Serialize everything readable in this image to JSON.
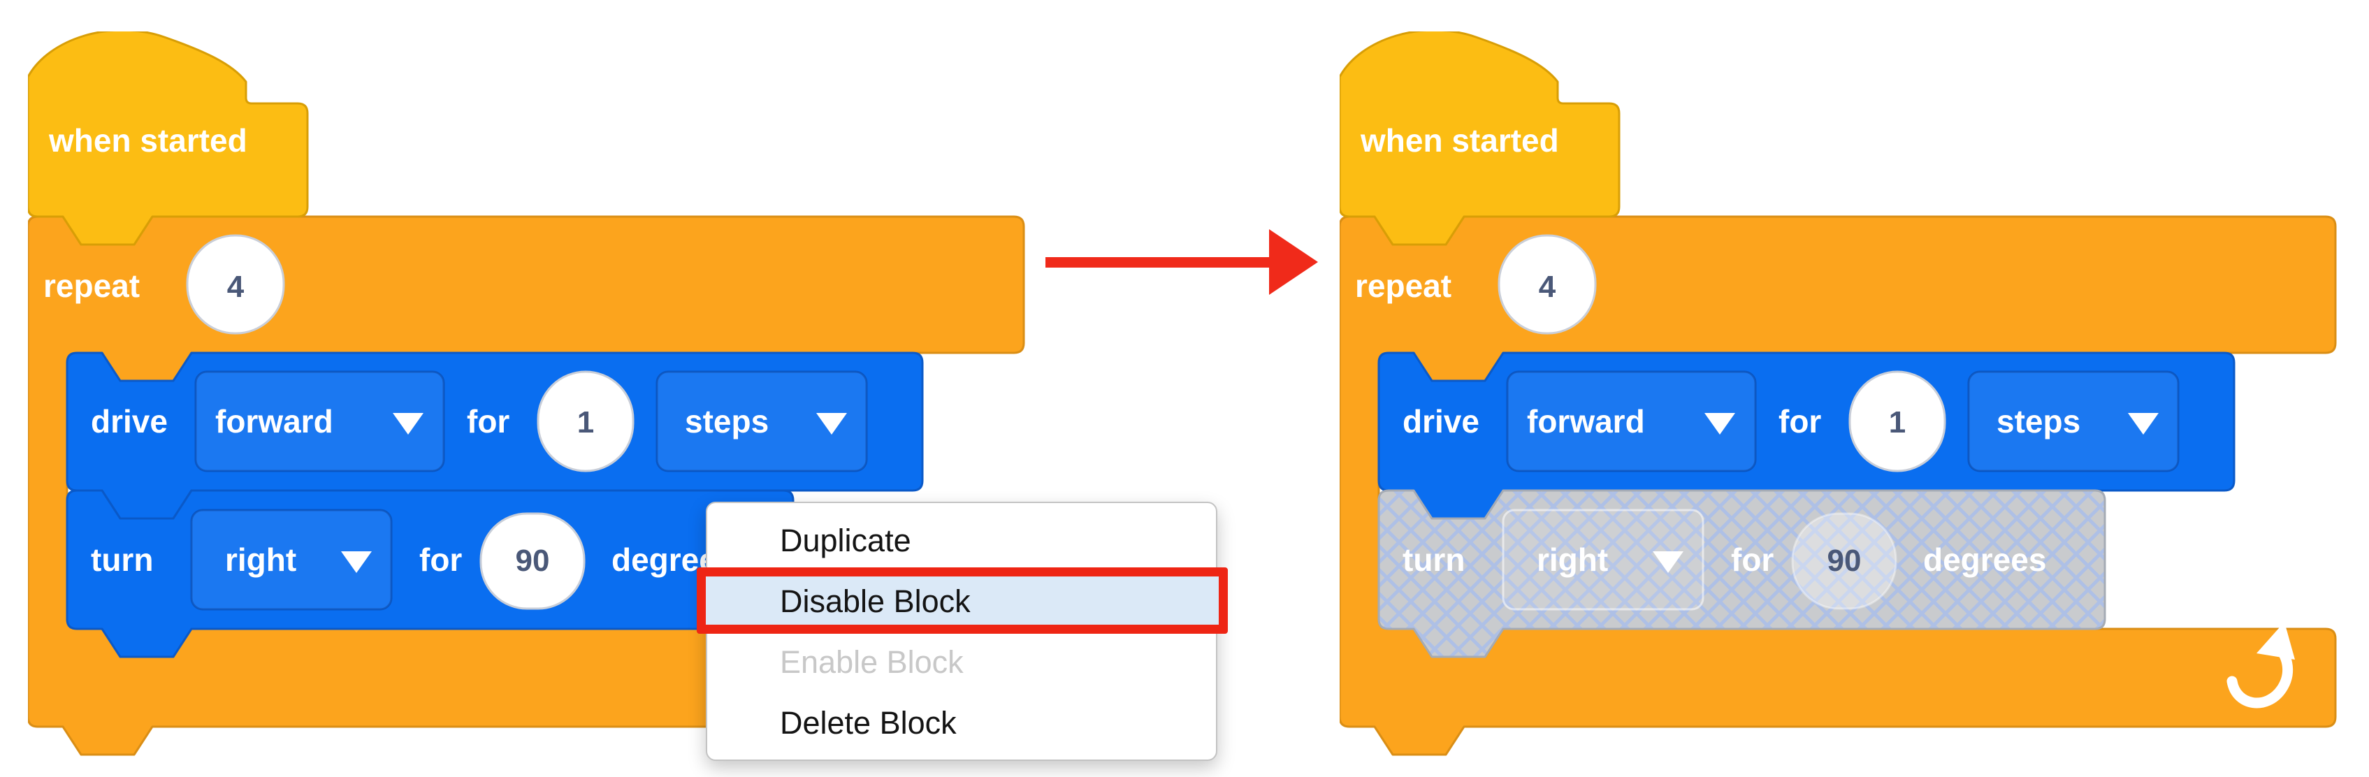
{
  "left_script": {
    "hat_label": "when started",
    "repeat_label": "repeat",
    "repeat_count": "4",
    "drive": {
      "verb": "drive",
      "direction": "forward",
      "for": "for",
      "value": "1",
      "unit": "steps"
    },
    "turn": {
      "verb": "turn",
      "direction": "right",
      "for": "for",
      "value": "90",
      "unit": "degrees"
    }
  },
  "right_script": {
    "hat_label": "when started",
    "repeat_label": "repeat",
    "repeat_count": "4",
    "drive": {
      "verb": "drive",
      "direction": "forward",
      "for": "for",
      "value": "1",
      "unit": "steps"
    },
    "turn": {
      "verb": "turn",
      "direction": "right",
      "for": "for",
      "value": "90",
      "unit": "degrees",
      "state": "disabled"
    }
  },
  "context_menu": {
    "items": [
      {
        "label": "Duplicate",
        "state": "normal"
      },
      {
        "label": "Disable Block",
        "state": "highlighted"
      },
      {
        "label": "Enable Block",
        "state": "disabled"
      },
      {
        "label": "Delete Block",
        "state": "normal"
      }
    ]
  },
  "colors": {
    "hat_yellow": "#FCBD13",
    "hat_stroke": "#D89E06",
    "repeat_orange": "#FCA41D",
    "repeat_stroke": "#DA8E15",
    "block_blue": "#0A6EF0",
    "blue_stroke": "#0A59C8",
    "disabled_gray": "#C9CBCE",
    "hatch_line": "#AEC0E6",
    "value_text": "#4A5878",
    "menu_highlight": "#DBE9F7",
    "menu_red_border": "#EE2514",
    "menu_disabled_text": "#C8C8C8",
    "arrow_red": "#F02A1A"
  }
}
